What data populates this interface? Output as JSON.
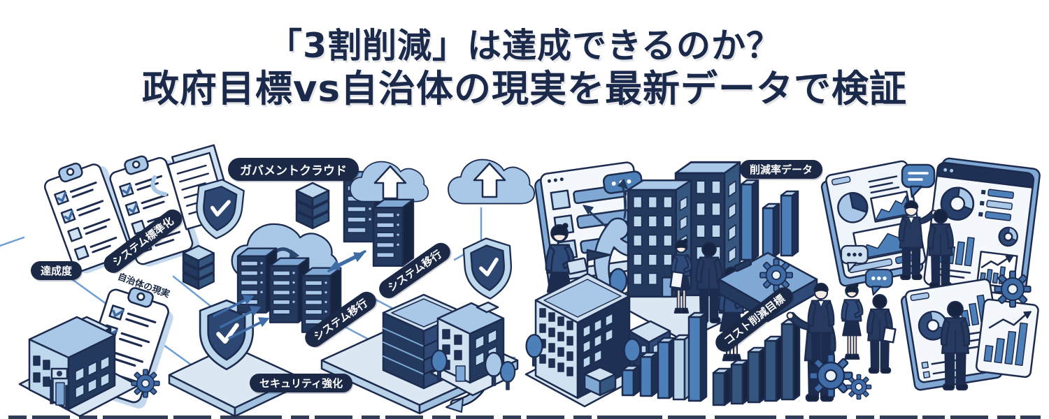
{
  "title": {
    "line1": "「3割削減」は達成できるのか？",
    "line2": "政府目標vs自治体の現実を最新データで検証"
  },
  "labels": {
    "achievement": "達成度",
    "system_standardization": "システム標準化",
    "government_cloud": "ガバメントクラウド",
    "municipality_reality": "自治体の現実",
    "system_migration_a": "システム移行",
    "system_migration_b": "システム移行",
    "security_enhancement": "セキュリティ強化",
    "reduction_rate_data": "削減率データ",
    "cost_reduction_target": "コスト削減目標"
  },
  "colors": {
    "background": "#ffffff",
    "title_text": "#1b2a4a",
    "outline_navy": "#1d2c4e",
    "navy_dark": "#16243f",
    "navy": "#24395e",
    "blue": "#3f6ca6",
    "blue_mid": "#4d7fb8",
    "blue_soft": "#7fa8d4",
    "blue_light": "#a9c7e6",
    "blue_pale": "#cfe0f0",
    "paper": "#f4f8fc",
    "label_bg": "#1b2946",
    "label_text": "#ffffff",
    "connector": "#6f9fd2"
  },
  "icons": {
    "checkmark": "✓",
    "upload_arrow": "↑",
    "sync_arrows": "⟳",
    "double_arrow": "⇄",
    "gear": "⚙",
    "speech_dots": "•••"
  }
}
